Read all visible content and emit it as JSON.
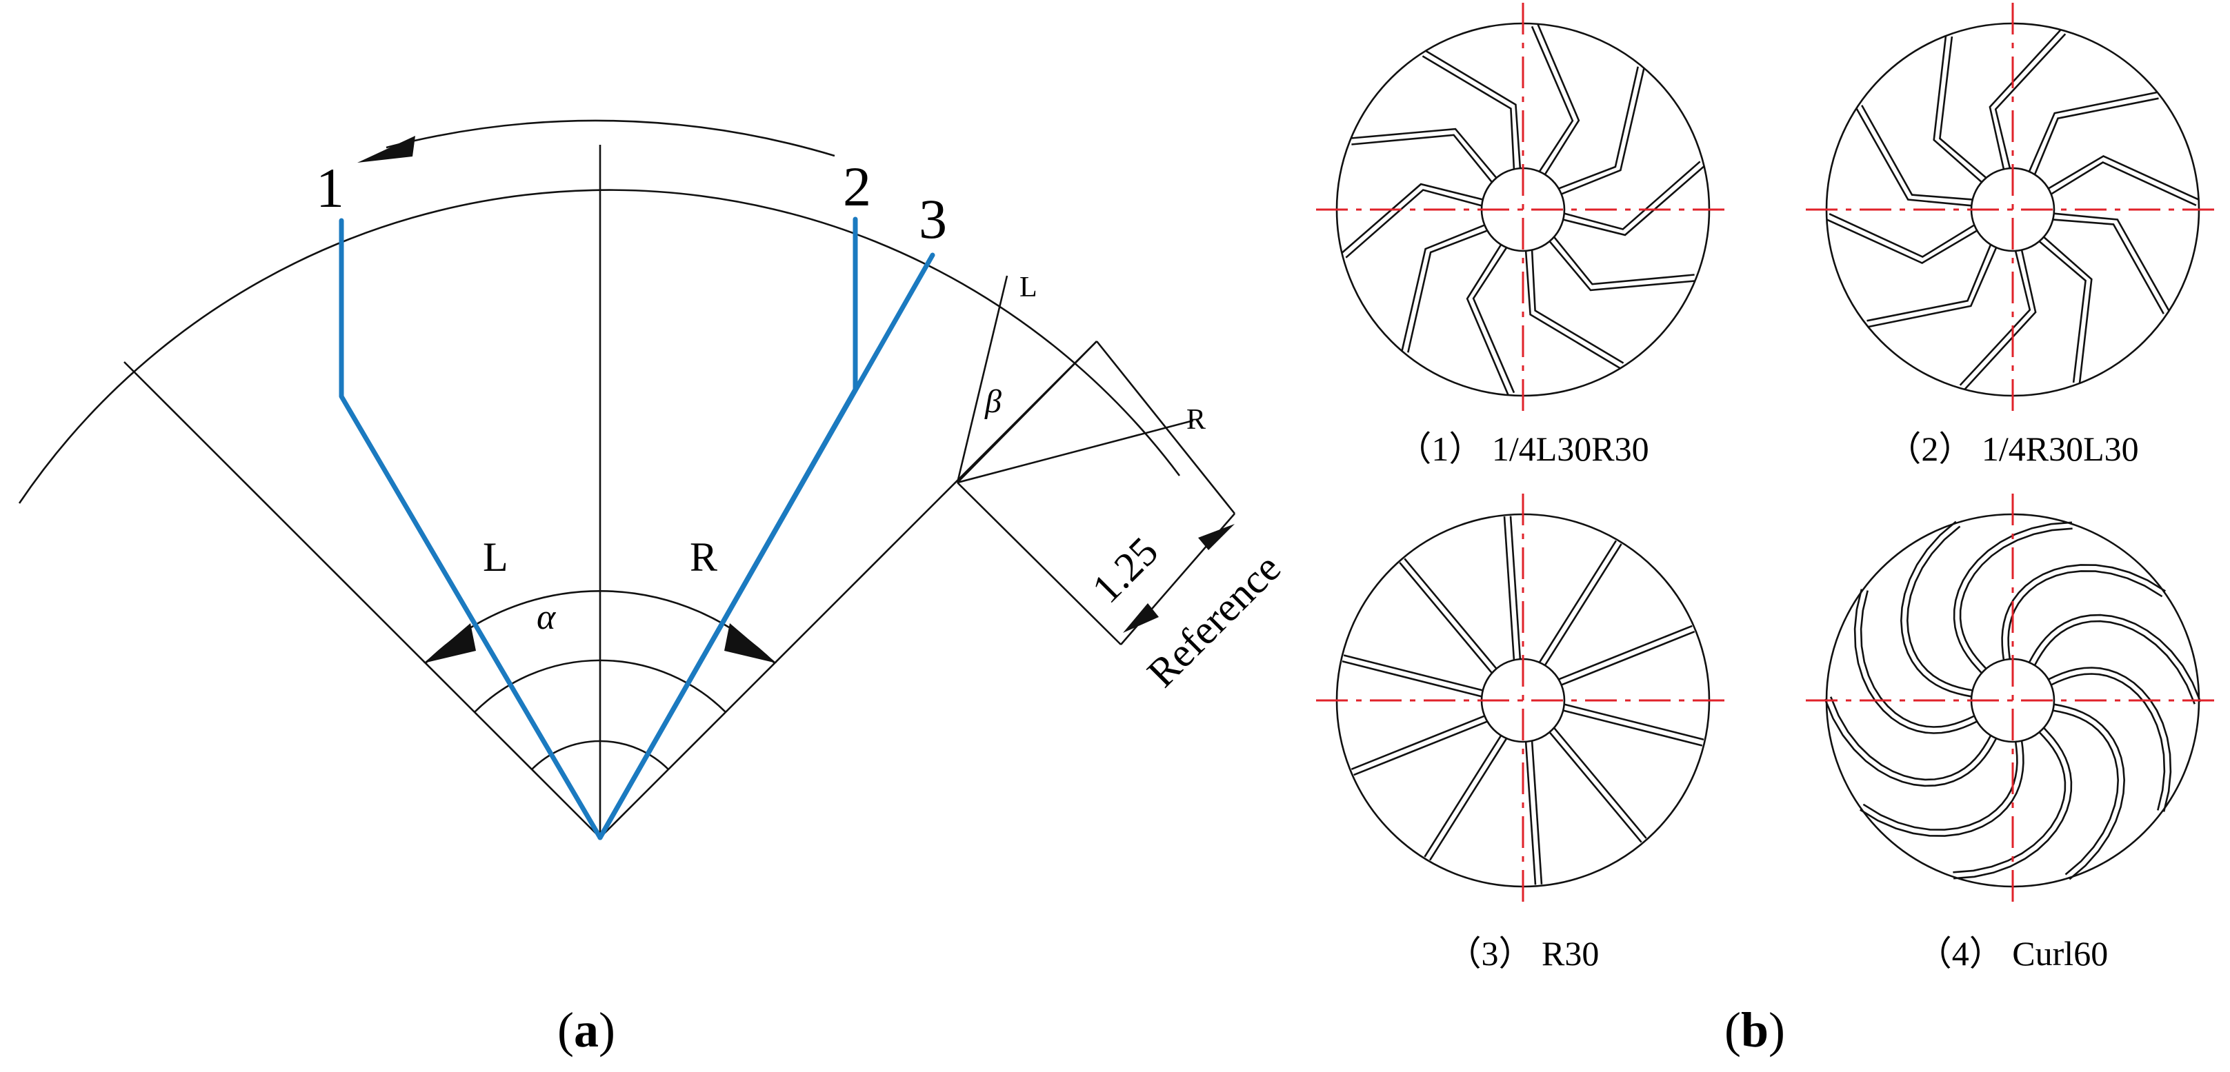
{
  "panel_a": {
    "caption": "(a)",
    "blade_labels": [
      "1",
      "2",
      "3"
    ],
    "side_labels": {
      "left": "L",
      "right": "R"
    },
    "angle_alpha": "α",
    "angle_beta": "β",
    "ref_labels": {
      "left": "L",
      "right": "R"
    },
    "dimension_value": "1.25",
    "reference_text": "Reference",
    "colors": {
      "blade": "#1b7ac0",
      "line": "#111111"
    }
  },
  "panel_b": {
    "caption": "(b)",
    "impellers": [
      {
        "label": "（1） 1/4L30R30",
        "style": "bent-left"
      },
      {
        "label": "（2） 1/4R30L30",
        "style": "bent-right"
      },
      {
        "label": "（3） R30",
        "style": "straight"
      },
      {
        "label": "（4） Curl60",
        "style": "curl"
      }
    ],
    "colors": {
      "centerline": "#e0222a",
      "line": "#111111"
    }
  }
}
